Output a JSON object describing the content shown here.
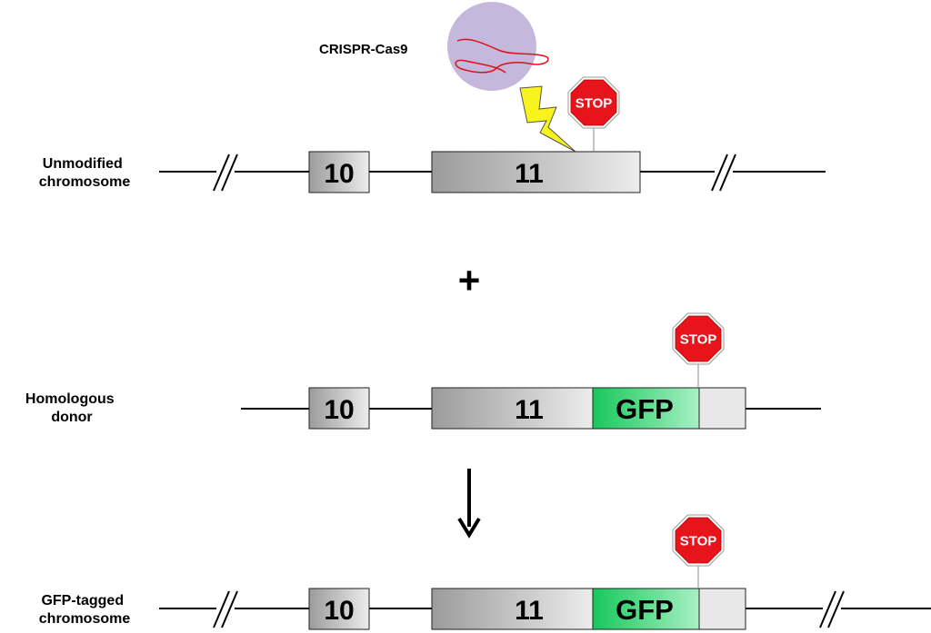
{
  "labels": {
    "crispr": "CRISPR-Cas9",
    "unmodified": [
      "Unmodified",
      "chromosome"
    ],
    "donor": [
      "Homologous",
      "donor"
    ],
    "tagged": [
      "GFP-tagged",
      "chromosome"
    ],
    "plus": "+"
  },
  "exons": {
    "exon10": "10",
    "exon11": "11",
    "gfp": "GFP"
  },
  "stop_sign": "STOP",
  "colors": {
    "exon_dark": "#9b9b9b",
    "exon_light": "#ececec",
    "gfp_dark": "#16c85a",
    "gfp_light": "#a8f0c4",
    "stop_red": "#e8141c",
    "cas9_circle": "#c5b8dc",
    "guide_rna": "#e0101a",
    "lightning": "#f7f31c"
  }
}
